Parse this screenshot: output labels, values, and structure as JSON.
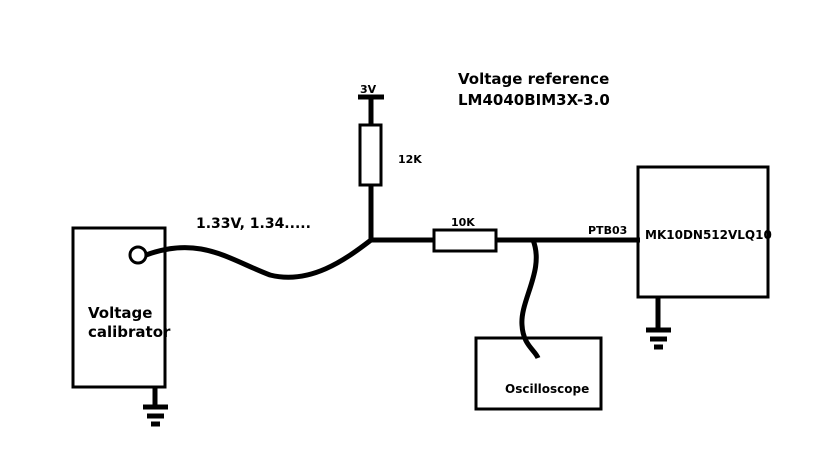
{
  "labels": {
    "reference_title": "Voltage reference",
    "reference_part": "LM4040BIM3X-3.0",
    "supply": "3V",
    "pullup_resistor": "12K",
    "series_resistor": "10K",
    "input_voltages": "1.33V, 1.34.....",
    "pin": "PTB03",
    "mcu": "MK10DN512VLQ10",
    "calibrator_line1": "Voltage",
    "calibrator_line2": "calibrator",
    "oscilloscope": "Oscilloscope"
  },
  "colors": {
    "ink": "#000000",
    "background": "#ffffff"
  }
}
